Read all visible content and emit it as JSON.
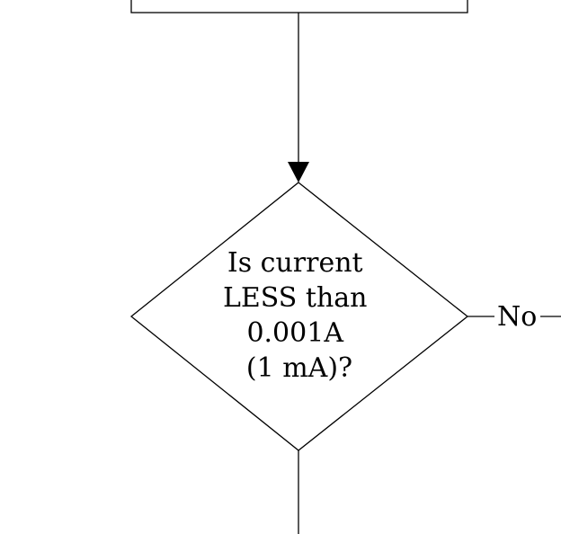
{
  "decision": {
    "lines": [
      "Is current",
      "LESS than",
      "0.001A",
      "(1 mA)?"
    ]
  },
  "branch": {
    "no_label": "No"
  }
}
